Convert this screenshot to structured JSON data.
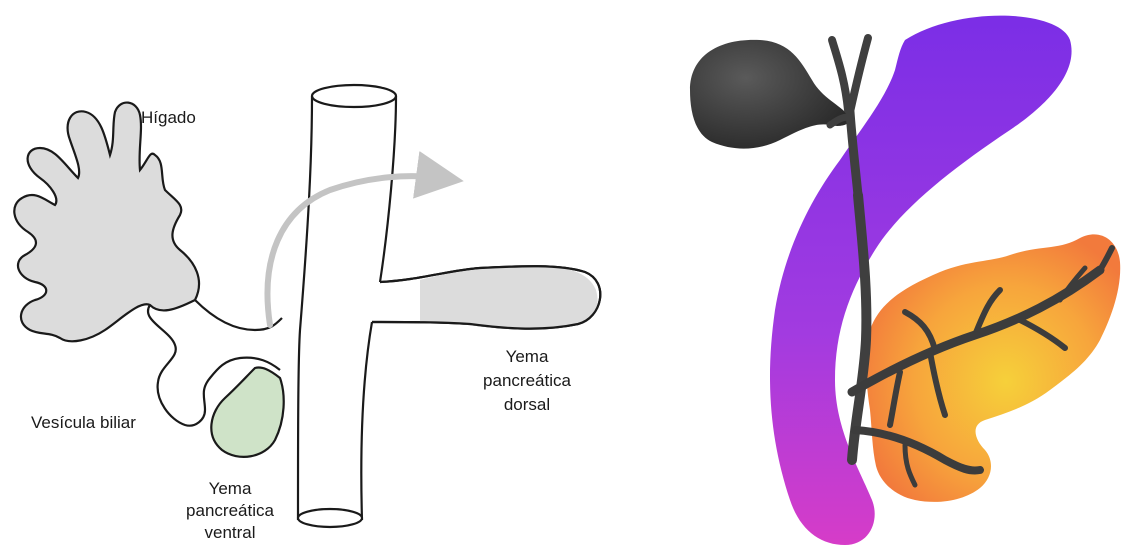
{
  "left_diagram": {
    "labels": {
      "liver": "Hígado",
      "gallbladder": "Vesícula biliar",
      "ventral_bud": [
        "Yema",
        "pancreática",
        "ventral"
      ],
      "dorsal_bud": [
        "Yema",
        "pancreática",
        "dorsal"
      ]
    },
    "colors": {
      "outline": "#1a1a1a",
      "liver_fill": "#dcdcdc",
      "dorsal_bud_fill": "#dcdcdc",
      "ventral_bud_fill": "#cfe3c8",
      "arrow": "#c4c4c4"
    }
  },
  "right_illustration": {
    "colors": {
      "duodenum_top": "#7b2ee6",
      "duodenum_bottom": "#d63cc8",
      "gallbladder": "#3a3a3a",
      "ducts": "#3f3f3f",
      "pancreas_outer": "#f27a3c",
      "pancreas_inner": "#f6d03a"
    }
  }
}
